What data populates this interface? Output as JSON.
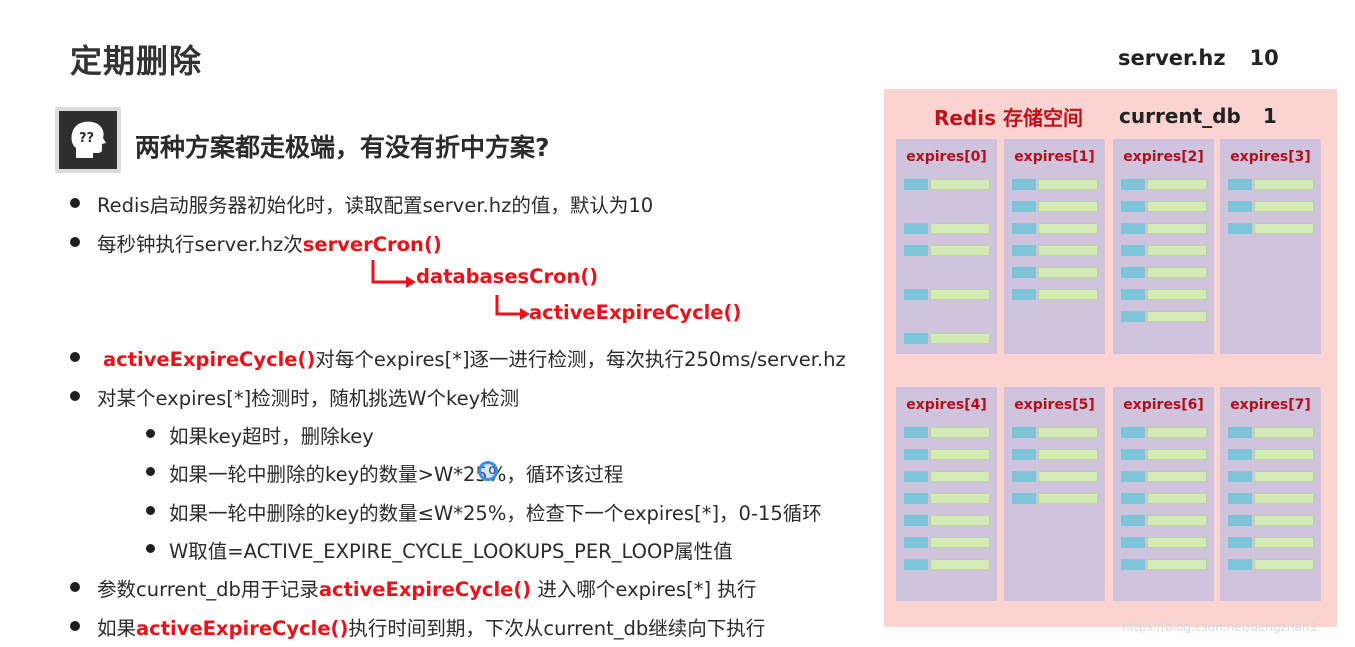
{
  "title": "定期删除",
  "server_hz": {
    "label": "server.hz",
    "value": "10"
  },
  "question": "两种方案都走极端，有没有折中方案?",
  "bullets": {
    "b1": "Redis启动服务器初始化时，读取配置server.hz的值，默认为10",
    "b2_pre": "每秒钟执行server.hz次",
    "b2_red": "serverCron()",
    "chain1": "databasesCron()",
    "chain2": "activeExpireCycle()",
    "b3_red": "activeExpireCycle()",
    "b3_post": "对每个expires[*]逐一进行检测，每次执行250ms/server.hz",
    "b4": "对某个expires[*]检测时，随机挑选W个key检测",
    "s1": "如果key超时，删除key",
    "s2": "如果一轮中删除的key的数量>W*25%，循环该过程",
    "s3": "如果一轮中删除的key的数量≤W*25%，检查下一个expires[*]，0-15循环",
    "s4": "W取值=ACTIVE_EXPIRE_CYCLE_LOOKUPS_PER_LOOP属性值",
    "b5_pre": "参数current_db用于记录",
    "b5_red": "activeExpireCycle()",
    "b5_post": " 进入哪个expires[*] 执行",
    "b6_pre": "如果",
    "b6_red": "activeExpireCycle()",
    "b6_post": "执行时间到期，下次从current_db继续向下执行"
  },
  "panel": {
    "title": "Redis 存储空间",
    "current_db_label": "current_db",
    "current_db_value": "1",
    "expires": [
      {
        "label": "expires[0]",
        "entries": 5
      },
      {
        "label": "expires[1]",
        "entries": 6
      },
      {
        "label": "expires[2]",
        "entries": 7
      },
      {
        "label": "expires[3]",
        "entries": 3
      },
      {
        "label": "expires[4]",
        "entries": 7
      },
      {
        "label": "expires[5]",
        "entries": 4
      },
      {
        "label": "expires[6]",
        "entries": 7
      },
      {
        "label": "expires[7]",
        "entries": 7
      }
    ]
  },
  "watermark": "https://blog.csdn.net/dengzhan1",
  "colors": {
    "accent_red": "#e8121b",
    "panel_bg": "#fbd3d1",
    "expires_bg": "#cfc3dd",
    "key_blue": "#7ec4d8",
    "value_green": "#d3e9b6"
  }
}
